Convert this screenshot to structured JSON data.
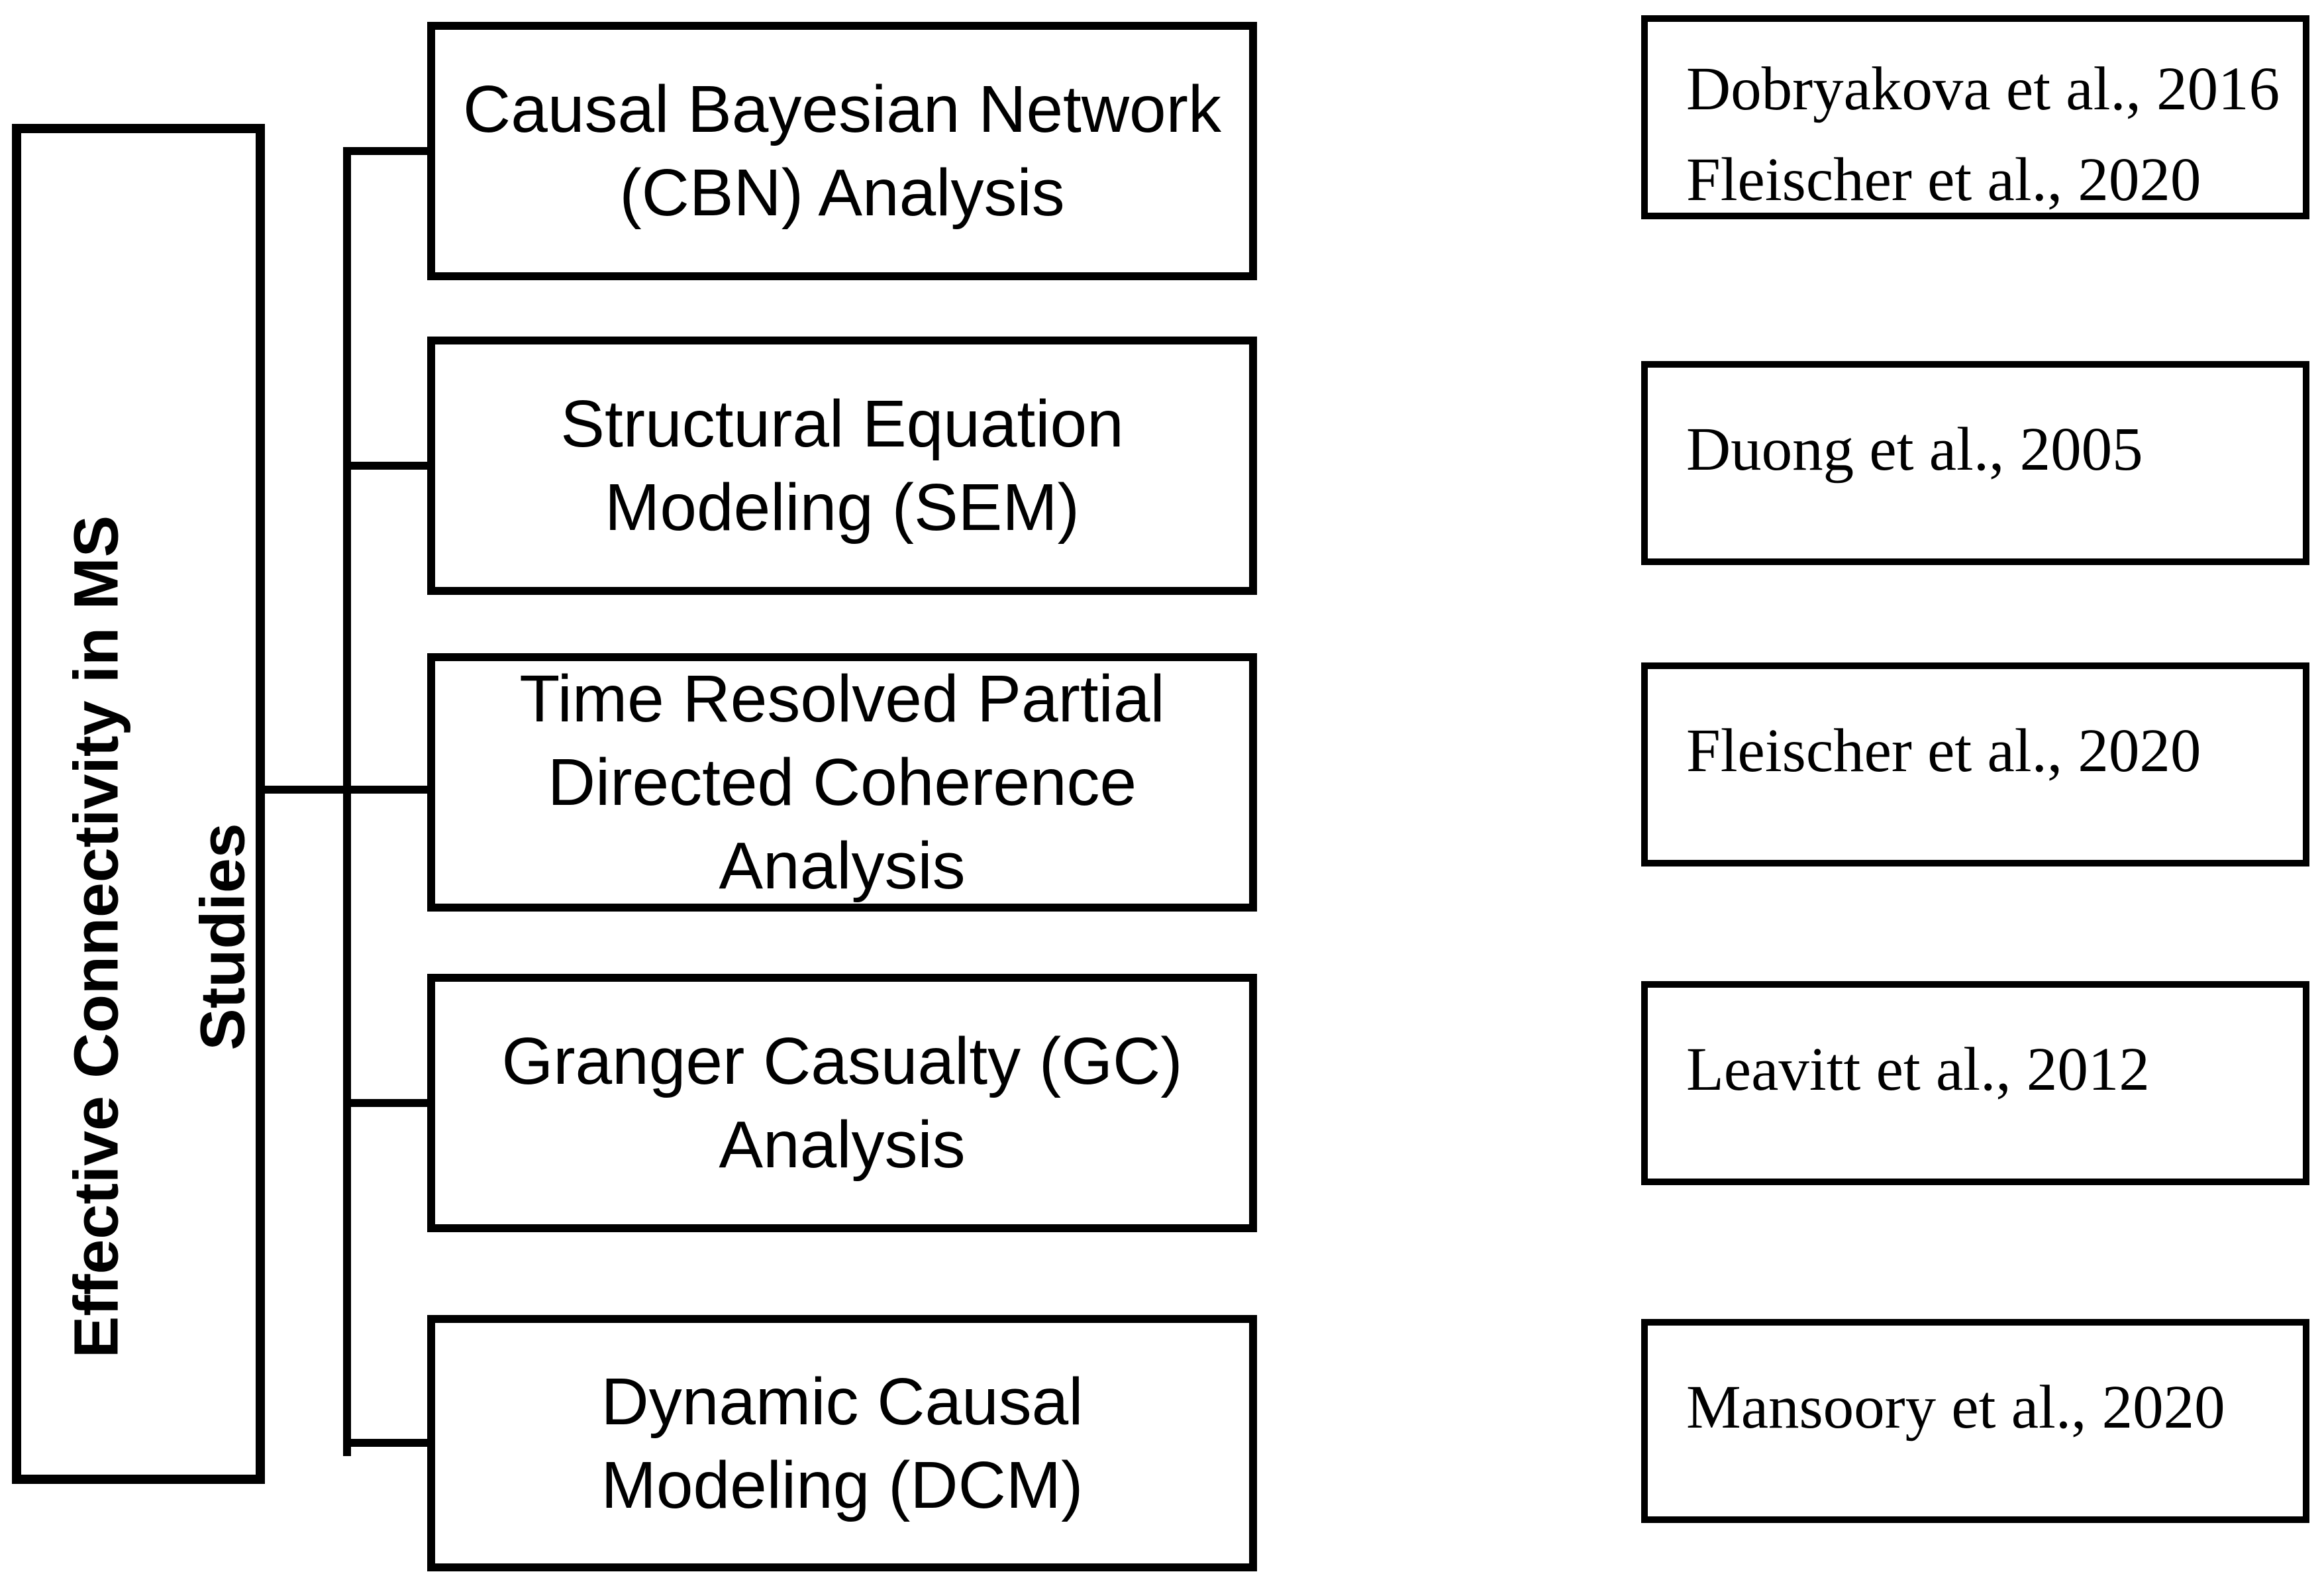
{
  "diagram": {
    "root": {
      "line1": "Effective Connectivity in MS",
      "line2": "Studies"
    },
    "methods": [
      {
        "label": "Causal Bayesian Network (CBN) Analysis"
      },
      {
        "label": "Structural Equation Modeling (SEM)"
      },
      {
        "label": "Time Resolved Partial Directed Coherence Analysis"
      },
      {
        "label": "Granger Casualty (GC) Analysis"
      },
      {
        "label": "Dynamic Causal Modeling (DCM)"
      }
    ],
    "citations": [
      {
        "lines": [
          "Dobryakova et al., 2016",
          "Fleischer et al., 2020"
        ]
      },
      {
        "lines": [
          "Duong et al., 2005"
        ]
      },
      {
        "lines": [
          "Fleischer et al., 2020"
        ]
      },
      {
        "lines": [
          "Leavitt et al., 2012"
        ]
      },
      {
        "lines": [
          "Mansoory et al., 2020"
        ]
      }
    ],
    "colors": {
      "line": "#000000",
      "background": "#ffffff",
      "text": "#000000"
    }
  }
}
